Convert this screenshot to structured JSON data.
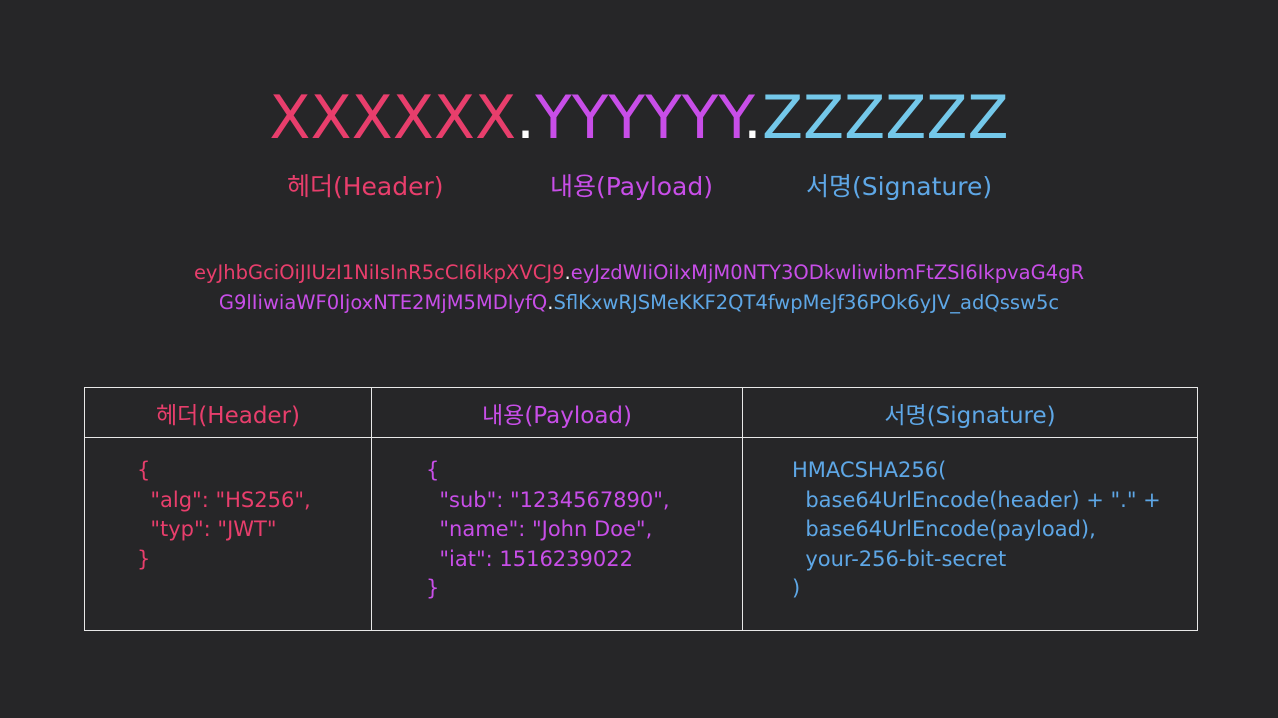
{
  "colors": {
    "header": "#e83e6c",
    "payload": "#c84ee8",
    "signature_title": "#74c8ea",
    "signature": "#5ea7e6",
    "dot": "#ffffff",
    "background": "#262628"
  },
  "title": {
    "header_part": "XXXXXX",
    "dot": ".",
    "payload_part": "YYYYYY",
    "signature_part": "ZZZZZZ"
  },
  "labels": {
    "header": "헤더(Header)",
    "payload": "내용(Payload)",
    "signature": "서명(Signature)"
  },
  "token": {
    "header": "eyJhbGciOiJIUzI1NiIsInR5cCI6IkpXVCJ9",
    "dot": ".",
    "payload_line1": "eyJzdWIiOiIxMjM0NTY3ODkwIiwibmFtZSI6IkpvaG4gR",
    "payload_line2": "G9lIiwiaWF0IjoxNTE2MjM5MDIyfQ",
    "signature": "SflKxwRJSMeKKF2QT4fwpMeJf36POk6yJV_adQssw5c"
  },
  "table": {
    "headers": [
      "헤더(Header)",
      "내용(Payload)",
      "서명(Signature)"
    ],
    "header_json": "{\n  \"alg\": \"HS256\",\n  \"typ\": \"JWT\"\n}",
    "payload_json": "{\n  \"sub\": \"1234567890\",\n  \"name\": \"John Doe\",\n  \"iat\": 1516239022\n}",
    "signature_formula": "HMACSHA256(\n  base64UrlEncode(header) + \".\" +\n  base64UrlEncode(payload),\n  your-256-bit-secret\n)"
  }
}
